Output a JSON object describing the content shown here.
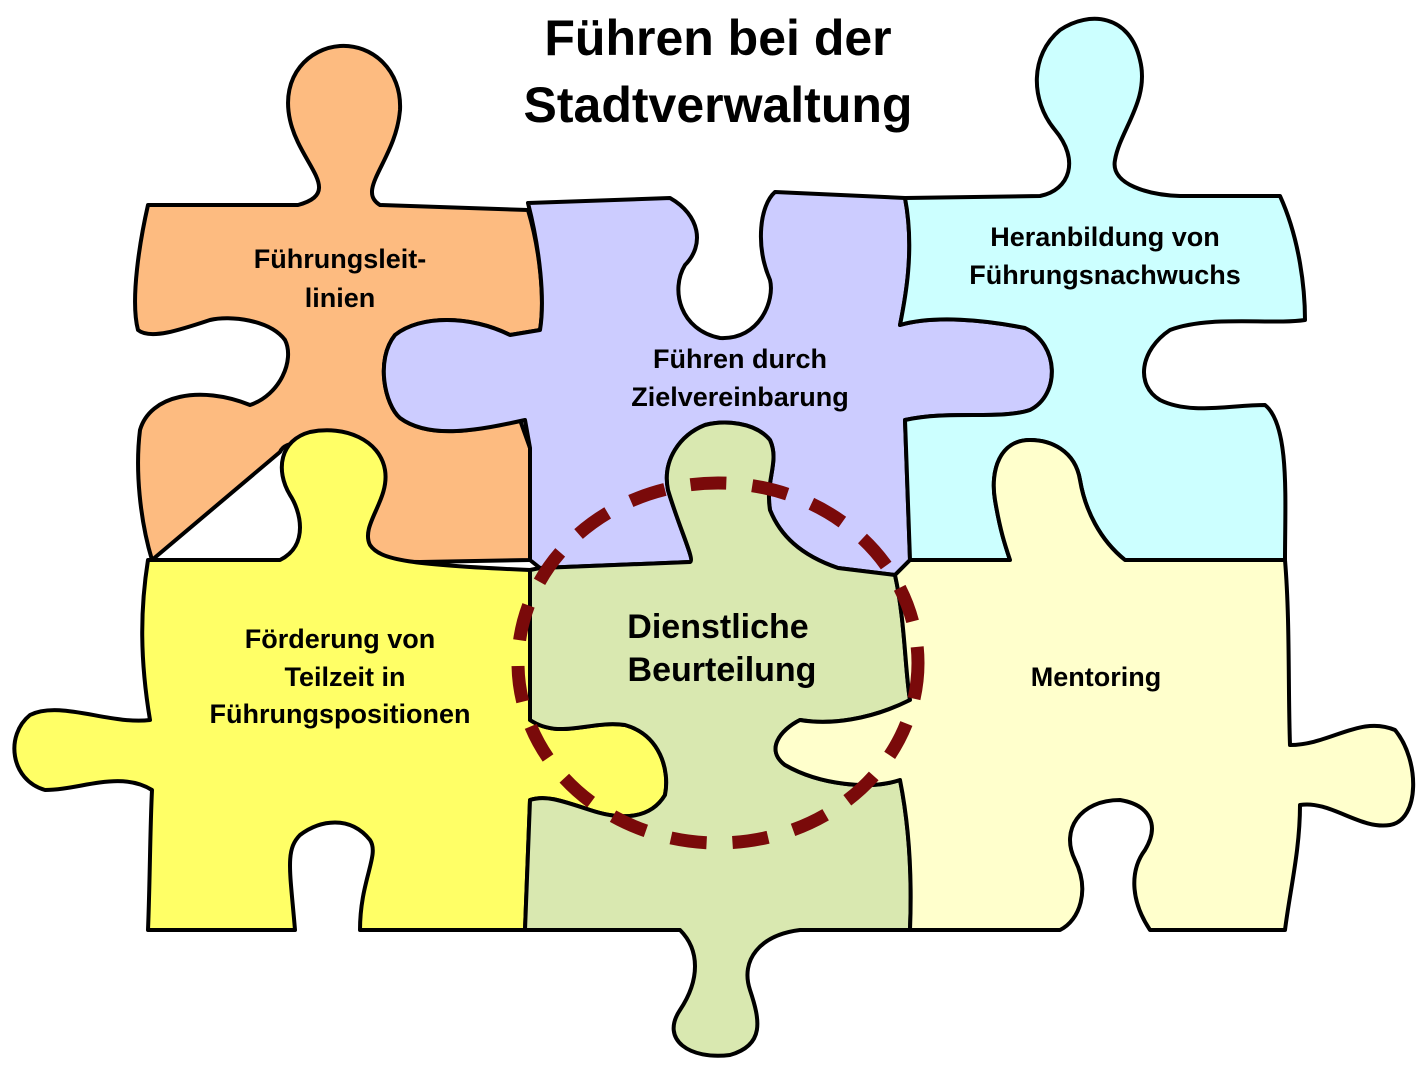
{
  "title": {
    "line1": "Führen bei der",
    "line2": "Stadtverwaltung"
  },
  "pieces": {
    "fuehrungsleitlinien": {
      "line1": "Führungsleit-",
      "line2": "linien",
      "color": "#FDBB80"
    },
    "zielvereinbarung": {
      "line1": "Führen durch",
      "line2": "Zielvereinbarung",
      "color": "#CCCCFF"
    },
    "nachwuchs": {
      "line1": "Heranbildung von",
      "line2": "Führungsnachwuchs",
      "color": "#CCFFFF"
    },
    "teilzeit": {
      "line1": "Förderung von",
      "line2": "Teilzeit in",
      "line3": "Führungspositionen",
      "color": "#FFFF66"
    },
    "beurteilung": {
      "line1": "Dienstliche",
      "line2": "Beurteilung",
      "color": "#D9E8B0"
    },
    "mentoring": {
      "line1": "Mentoring",
      "color": "#FFFFCC"
    }
  },
  "highlight": {
    "color": "#7A0A0A",
    "style": "dashed"
  }
}
